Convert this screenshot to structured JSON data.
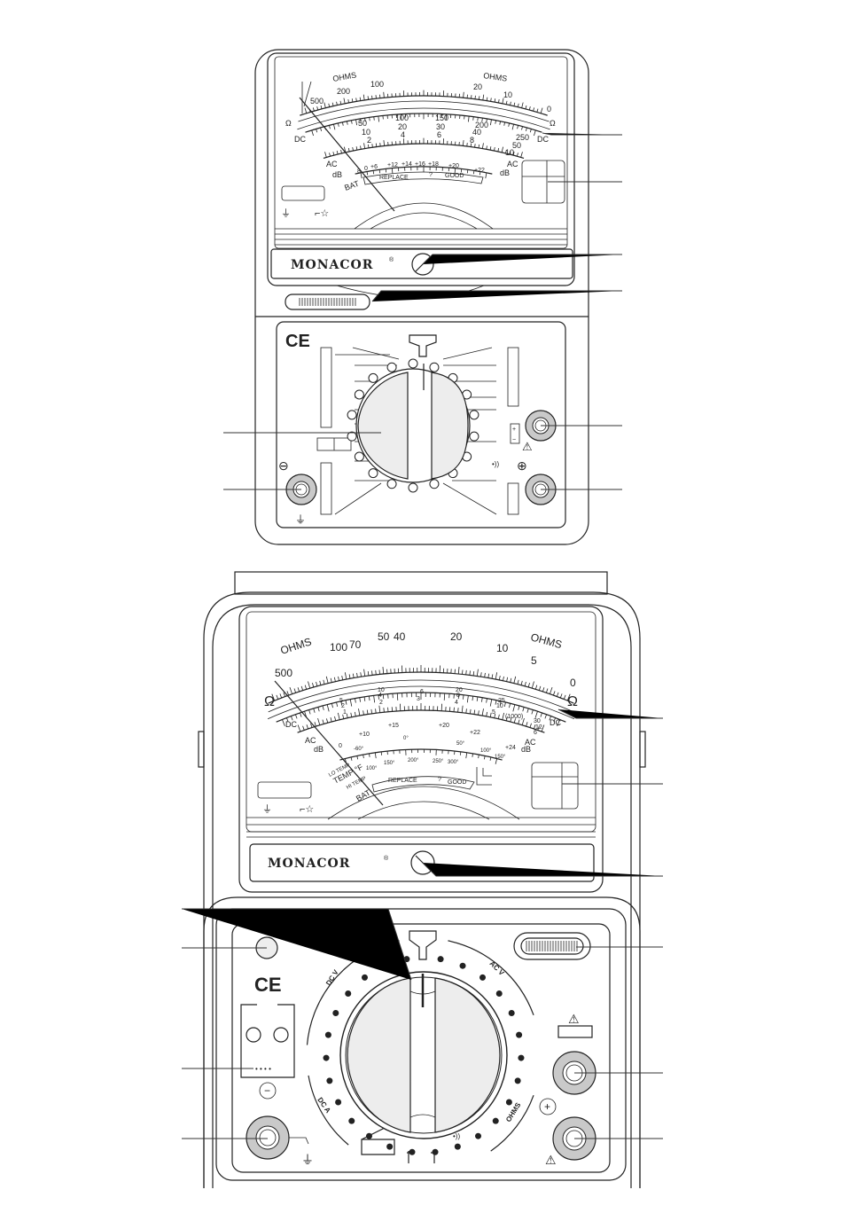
{
  "brand": "MONACOR",
  "registered": "®",
  "ce_mark": "CE",
  "top_meter": {
    "ohms_left": "OHMS",
    "ohms_right": "OHMS",
    "ohms_scale": [
      "500",
      "200",
      "100",
      "20",
      "10",
      "0"
    ],
    "dc_scale_1": [
      "50",
      "100",
      "150",
      "200",
      "250"
    ],
    "dc_scale_2": [
      "10",
      "20",
      "30",
      "40",
      "50"
    ],
    "dc_scale_3": [
      "2",
      "4",
      "6",
      "8",
      "10"
    ],
    "db_scale": [
      "8",
      "0",
      "+6",
      "+12",
      "+14",
      "+16",
      "+18",
      "+20",
      "+22"
    ],
    "labels": {
      "omega": "Ω",
      "dc": "DC",
      "ac": "AC",
      "db": "dB",
      "bat": "BAT",
      "replace": "REPLACE",
      "query": "?",
      "good": "GOOD"
    },
    "battery_plus": "+",
    "battery_minus": "−",
    "minus_terminal": "⊖",
    "plus_terminal": "⊕",
    "buzzer": "•))"
  },
  "bottom_meter": {
    "ohms_left": "OHMS",
    "ohms_right": "OHMS",
    "ohms_scale": [
      "500",
      "100",
      "70",
      "50",
      "40",
      "20",
      "10",
      "5",
      "0"
    ],
    "dc_scale_1": [
      "5",
      "10",
      "20",
      "25",
      "30"
    ],
    "dc_scale_2": [
      "2",
      "4",
      "6",
      "8",
      "10",
      "(1000)",
      "12"
    ],
    "dc_scale_3": [
      "1",
      "2",
      "3",
      "4",
      "5",
      "6"
    ],
    "db_scale": [
      "0",
      "+10",
      "+15",
      "+20",
      "+22",
      "+24"
    ],
    "lo_temp_scale": [
      "-60°",
      "0°",
      "50°",
      "100°",
      "150°"
    ],
    "hi_temp_scale": [
      "100°",
      "150°",
      "200°",
      "250°",
      "300°"
    ],
    "labels": {
      "omega": "Ω",
      "dc": "DC",
      "ac": "AC",
      "db": "dB",
      "lo_temp": "LO TEMP",
      "temp": "TEMP °F",
      "hi_temp": "HI TEMP",
      "bat": "BAT",
      "replace": "REPLACE",
      "query": "?",
      "good": "GOOD"
    },
    "range_dcv": "DC V",
    "range_acv": "AC V",
    "range_dca": "DC A",
    "range_ohms": "OHMS",
    "minus_terminal": "−",
    "plus_terminal": "+",
    "buzzer": "•))"
  }
}
